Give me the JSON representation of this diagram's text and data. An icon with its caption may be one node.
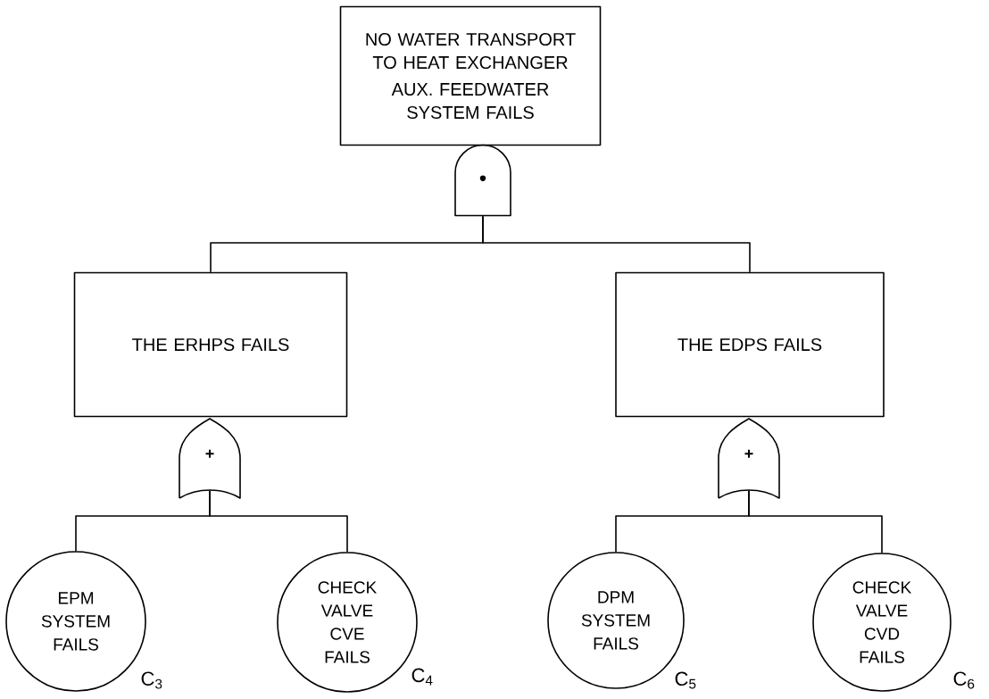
{
  "diagram": {
    "nodes": [
      {
        "text": [
          "NO WATER TRANSPORT TO HEAT EXCHANGER",
          "AUX. FEEDWATER SYSTEM FAILS"
        ]
      },
      {
        "text": [
          "•"
        ]
      },
      {
        "text": [
          "THE ERHPS FAILS"
        ]
      },
      {
        "text": [
          "THE EDPS FAILS"
        ]
      },
      {
        "text": [
          "+"
        ]
      },
      {
        "text": [
          "+"
        ]
      },
      {
        "text": [
          "EPM SYSTEM FAILS"
        ],
        "beside": [
          "C$_{3}$"
        ]
      },
      {
        "text": [
          "CHECK VALVE CVE FAILS"
        ],
        "beside": [
          "C$_{4}$"
        ]
      },
      {
        "text": [
          "DPM SYSTEM FAILS"
        ],
        "beside": [
          "C$_{5}$"
        ]
      },
      {
        "text": [
          "CHECK VALVE CVD FAILS"
        ],
        "beside": [
          "C$_{6}$"
        ]
      }
    ],
    "edges": [
      {
        "from": 1,
        "to": 2,
        "arrow": "none"
      },
      {
        "from": 1,
        "to": 3,
        "arrow": "none"
      },
      {
        "from": 4,
        "to": 6,
        "arrow": "none"
      },
      {
        "from": 4,
        "to": 7,
        "arrow": "none"
      },
      {
        "from": 5,
        "to": 8,
        "arrow": "none"
      },
      {
        "from": 5,
        "to": 9,
        "arrow": "none"
      }
    ]
  }
}
